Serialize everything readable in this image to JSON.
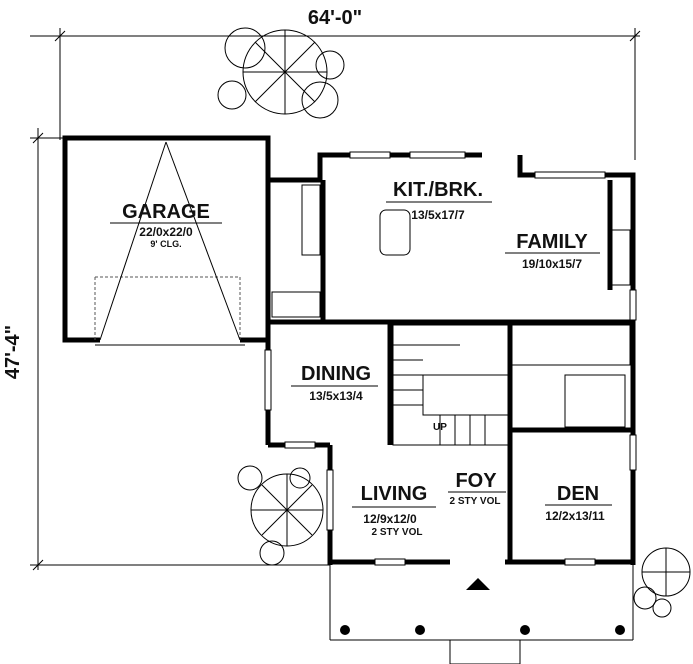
{
  "dimensions": {
    "width": "64'-0\"",
    "depth": "47'-4\""
  },
  "rooms": [
    {
      "id": "garage",
      "name": "GARAGE",
      "size": "22/0x22/0",
      "note": "9' CLG."
    },
    {
      "id": "kitchen",
      "name": "KIT./BRK.",
      "size": "13/5x17/7"
    },
    {
      "id": "family",
      "name": "FAMILY",
      "size": "19/10x15/7"
    },
    {
      "id": "dining",
      "name": "DINING",
      "size": "13/5x13/4"
    },
    {
      "id": "living",
      "name": "LIVING",
      "size": "12/9x12/0",
      "note": "2 STY VOL"
    },
    {
      "id": "foyer",
      "name": "FOY",
      "note": "2 STY VOL"
    },
    {
      "id": "den",
      "name": "DEN",
      "size": "12/2x13/11"
    }
  ],
  "stairs_label": "UP"
}
